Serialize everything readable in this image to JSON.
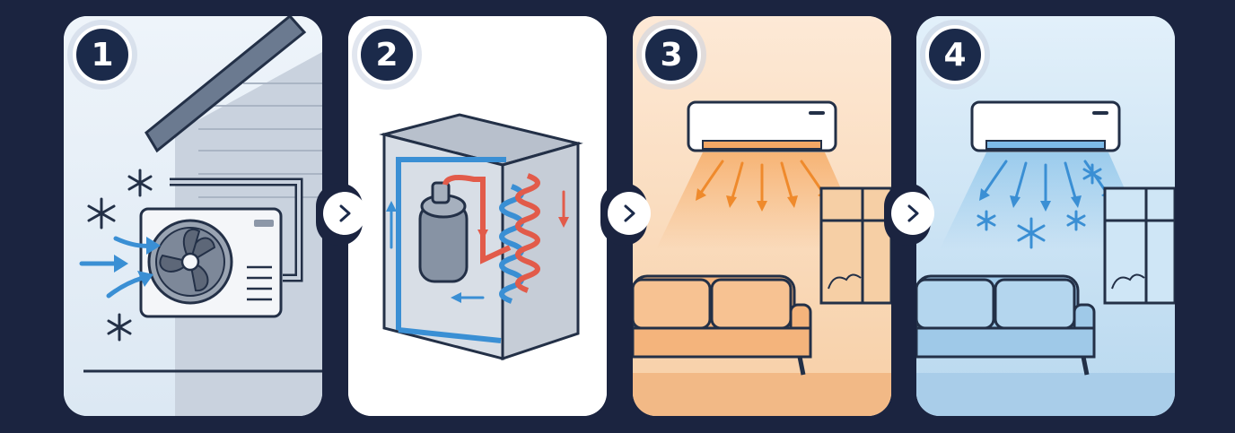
{
  "steps": [
    {
      "number": "1",
      "icon": "outdoor-unit-fan-icon"
    },
    {
      "number": "2",
      "icon": "compressor-coil-icon"
    },
    {
      "number": "3",
      "icon": "warm-air-indoor-unit-icon"
    },
    {
      "number": "4",
      "icon": "cool-air-indoor-unit-icon"
    }
  ],
  "connector_icon": "chevron-right-icon",
  "colors": {
    "background": "#1b2440",
    "badge": "#1b2a4a",
    "cold_air": "#3a8fd4",
    "hot_refrigerant": "#e25b4a",
    "warm_airflow": "#ef9a3c"
  }
}
